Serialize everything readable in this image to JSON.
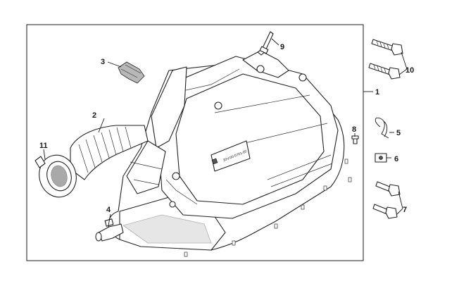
{
  "callouts": {
    "c1": "1",
    "c2": "2",
    "c3": "3",
    "c4": "4",
    "c5": "5",
    "c6": "6",
    "c7": "7",
    "c8": "8",
    "c9": "9",
    "c10": "10",
    "c11": "11"
  },
  "housing_labels": {
    "label_a": "20V-00-0701-00"
  },
  "colors": {
    "line": "#1a1a1a",
    "shade": "#b8b8b8",
    "background": "#ffffff"
  }
}
